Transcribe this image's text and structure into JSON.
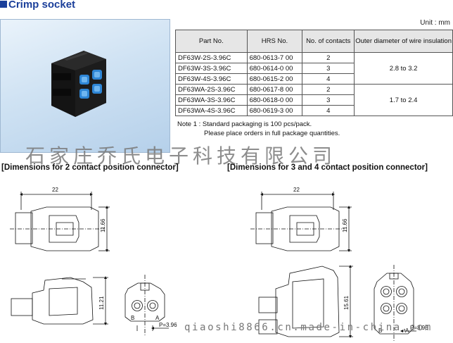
{
  "title": "Crimp socket",
  "unit_label": "Unit : mm",
  "table": {
    "headers": [
      "Part No.",
      "HRS No.",
      "No. of contacts",
      "Outer diameter of wire insulation"
    ],
    "rows": [
      {
        "part": "DF63W-2S-3.96C",
        "hrs": "680-0613-7 00",
        "contacts": "2"
      },
      {
        "part": "DF63W-3S-3.96C",
        "hrs": "680-0614-0 00",
        "contacts": "3"
      },
      {
        "part": "DF63W-4S-3.96C",
        "hrs": "680-0615-2 00",
        "contacts": "4"
      },
      {
        "part": "DF63WA-2S-3.96C",
        "hrs": "680-0617-8 00",
        "contacts": "2"
      },
      {
        "part": "DF63WA-3S-3.96C",
        "hrs": "680-0618-0 00",
        "contacts": "3"
      },
      {
        "part": "DF63WA-4S-3.96C",
        "hrs": "680-0619-3 00",
        "contacts": "4"
      }
    ],
    "diameters": [
      "2.8 to 3.2",
      "1.7 to 2.4"
    ]
  },
  "notes": {
    "line1": "Note 1 : Standard packaging is 100 pcs/pack.",
    "line2": "Please place orders in full package quantities."
  },
  "watermark_cn": "石家庄乔氏电子科技有限公司",
  "watermark_url": "qiaoshi8866.cn.made-in-china.com",
  "sections": {
    "left": "[Dimensions for 2 contact position connector]",
    "right": "[Dimensions for 3 and 4 contact position connector]"
  },
  "dimensions": {
    "left_width": "22",
    "left_height_top": "11.66",
    "left_height_bottom": "11.21",
    "left_pitch": "P=3.96",
    "left_view_label_a": "A",
    "left_view_label_b": "B",
    "right_width": "22",
    "right_height_top": "11.66",
    "right_height_bottom": "15.61",
    "right_pitch": "P=3.96",
    "right_view_label_a": "A",
    "right_view_label_b": "B"
  }
}
